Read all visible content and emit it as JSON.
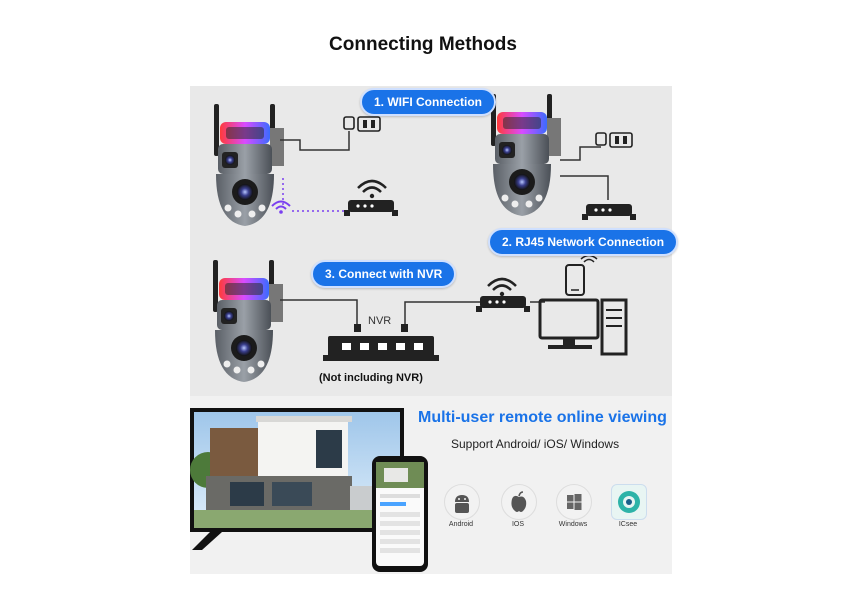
{
  "title": "Connecting Methods",
  "methods": {
    "wifi": "1. WIFI Connection",
    "rj45": "2. RJ45 Network Connection",
    "nvr": "3. Connect with NVR"
  },
  "nvr_label": "NVR",
  "nvr_note": "(Not including NVR)",
  "remote": {
    "headline": "Multi-user remote online viewing",
    "support": "Support Android/ iOS/ Windows"
  },
  "platforms": [
    {
      "label": "Android",
      "icon": "android-icon"
    },
    {
      "label": "IOS",
      "icon": "apple-icon"
    },
    {
      "label": "Windows",
      "icon": "windows-icon"
    },
    {
      "label": "ICsee",
      "icon": "icsee-app-icon"
    }
  ],
  "colors": {
    "accent": "#1a73e8",
    "panel": "#e9e9e9"
  }
}
